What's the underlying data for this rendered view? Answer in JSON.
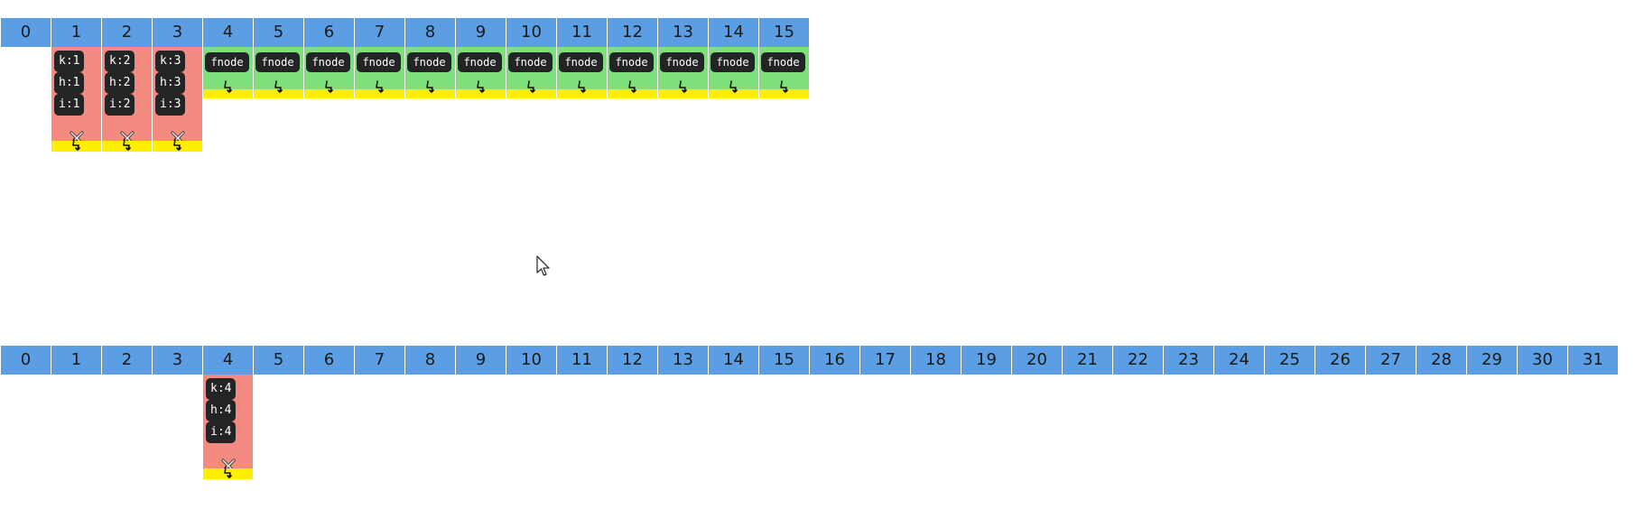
{
  "old_table": {
    "indices": [
      "0",
      "1",
      "2",
      "3",
      "4",
      "5",
      "6",
      "7",
      "8",
      "9",
      "10",
      "11",
      "12",
      "13",
      "14",
      "15"
    ],
    "node_buckets": [
      {
        "index": 1,
        "key": "k:1",
        "hash": "h:1",
        "item": "i:1"
      },
      {
        "index": 2,
        "key": "k:2",
        "hash": "h:2",
        "item": "i:2"
      },
      {
        "index": 3,
        "key": "k:3",
        "hash": "h:3",
        "item": "i:3"
      }
    ],
    "forwarding_buckets": [
      {
        "index": 4,
        "label": "fnode"
      },
      {
        "index": 5,
        "label": "fnode"
      },
      {
        "index": 6,
        "label": "fnode"
      },
      {
        "index": 7,
        "label": "fnode"
      },
      {
        "index": 8,
        "label": "fnode"
      },
      {
        "index": 9,
        "label": "fnode"
      },
      {
        "index": 10,
        "label": "fnode"
      },
      {
        "index": 11,
        "label": "fnode"
      },
      {
        "index": 12,
        "label": "fnode"
      },
      {
        "index": 13,
        "label": "fnode"
      },
      {
        "index": 14,
        "label": "fnode"
      },
      {
        "index": 15,
        "label": "fnode"
      }
    ]
  },
  "new_table": {
    "indices": [
      "0",
      "1",
      "2",
      "3",
      "4",
      "5",
      "6",
      "7",
      "8",
      "9",
      "10",
      "11",
      "12",
      "13",
      "14",
      "15",
      "16",
      "17",
      "18",
      "19",
      "20",
      "21",
      "22",
      "23",
      "24",
      "25",
      "26",
      "27",
      "28",
      "29",
      "30",
      "31"
    ],
    "node_buckets": [
      {
        "index": 4,
        "key": "k:4",
        "hash": "h:4",
        "item": "i:4"
      }
    ]
  },
  "colors": {
    "index_cell": "#5b9ee3",
    "node_bucket": "#f48a80",
    "forwarding_bucket": "#7de07d",
    "bucket_footer": "#ffee00",
    "chip": "#222426"
  },
  "icons": {
    "remove": "x-icon",
    "link": "bolt-icon",
    "pointer": "mouse-cursor-icon"
  }
}
